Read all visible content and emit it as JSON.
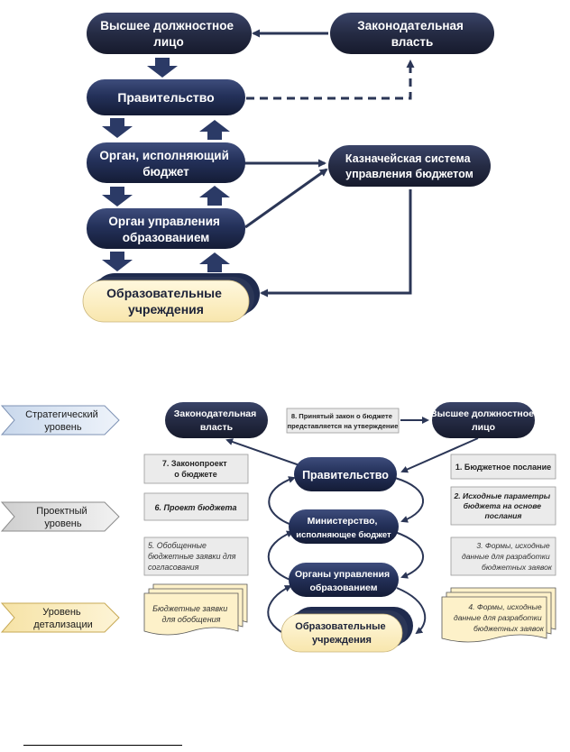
{
  "top_diagram": {
    "nodes": {
      "highest_official": [
        "Высшее должностное",
        "лицо"
      ],
      "legislature": [
        "Законодательная",
        "власть"
      ],
      "government": [
        "Правительство"
      ],
      "budget_body": [
        "Орган, исполняющий",
        "бюджет"
      ],
      "treasury": [
        "Казначейская система",
        "управления бюджетом"
      ],
      "education_body": [
        "Орган управления",
        "образованием"
      ],
      "institutions": [
        "Образовательные",
        "учреждения"
      ]
    }
  },
  "bottom_diagram": {
    "levels": {
      "strategic": [
        "Стратегический",
        "уровень"
      ],
      "project": [
        "Проектный",
        "уровень"
      ],
      "detail": [
        "Уровень",
        "детализации"
      ]
    },
    "nodes": {
      "legislature": [
        "Законодательная",
        "власть"
      ],
      "highest_official": [
        "Высшее должностное",
        "лицо"
      ],
      "government": [
        "Правительство"
      ],
      "ministry": [
        "Министерство,",
        "исполняющее бюджет"
      ],
      "education_bodies": [
        "Органы управления",
        "образованием"
      ],
      "institutions": [
        "Образовательные",
        "учреждения"
      ]
    },
    "boxes": {
      "step8": [
        "8. Принятый закон о бюджете",
        "представляется на утверждение"
      ],
      "step7": [
        "7. Законопроект",
        "о бюджете"
      ],
      "step1": [
        "1. Бюджетное послание"
      ],
      "step6": [
        "6. Проект бюджета"
      ],
      "step2": [
        "2. Исходные параметры",
        "бюджета на основе",
        "послания"
      ],
      "step5": [
        "5. Обобщенные",
        "бюджетные заявки для",
        "согласования"
      ],
      "step3": [
        "3. Формы, исходные",
        "данные для разработки",
        "бюджетных заявок"
      ],
      "step4": [
        "4. Формы, исходные",
        "данные для разработки",
        "бюджетных заявок"
      ],
      "requests": [
        "Бюджетные заявки",
        "для обобщения"
      ]
    }
  },
  "colors": {
    "navy": "#1f2b4e",
    "cream": "#fdf1c9",
    "grey_box": "#ebebeb",
    "level_fill": "#dbe6f3"
  }
}
